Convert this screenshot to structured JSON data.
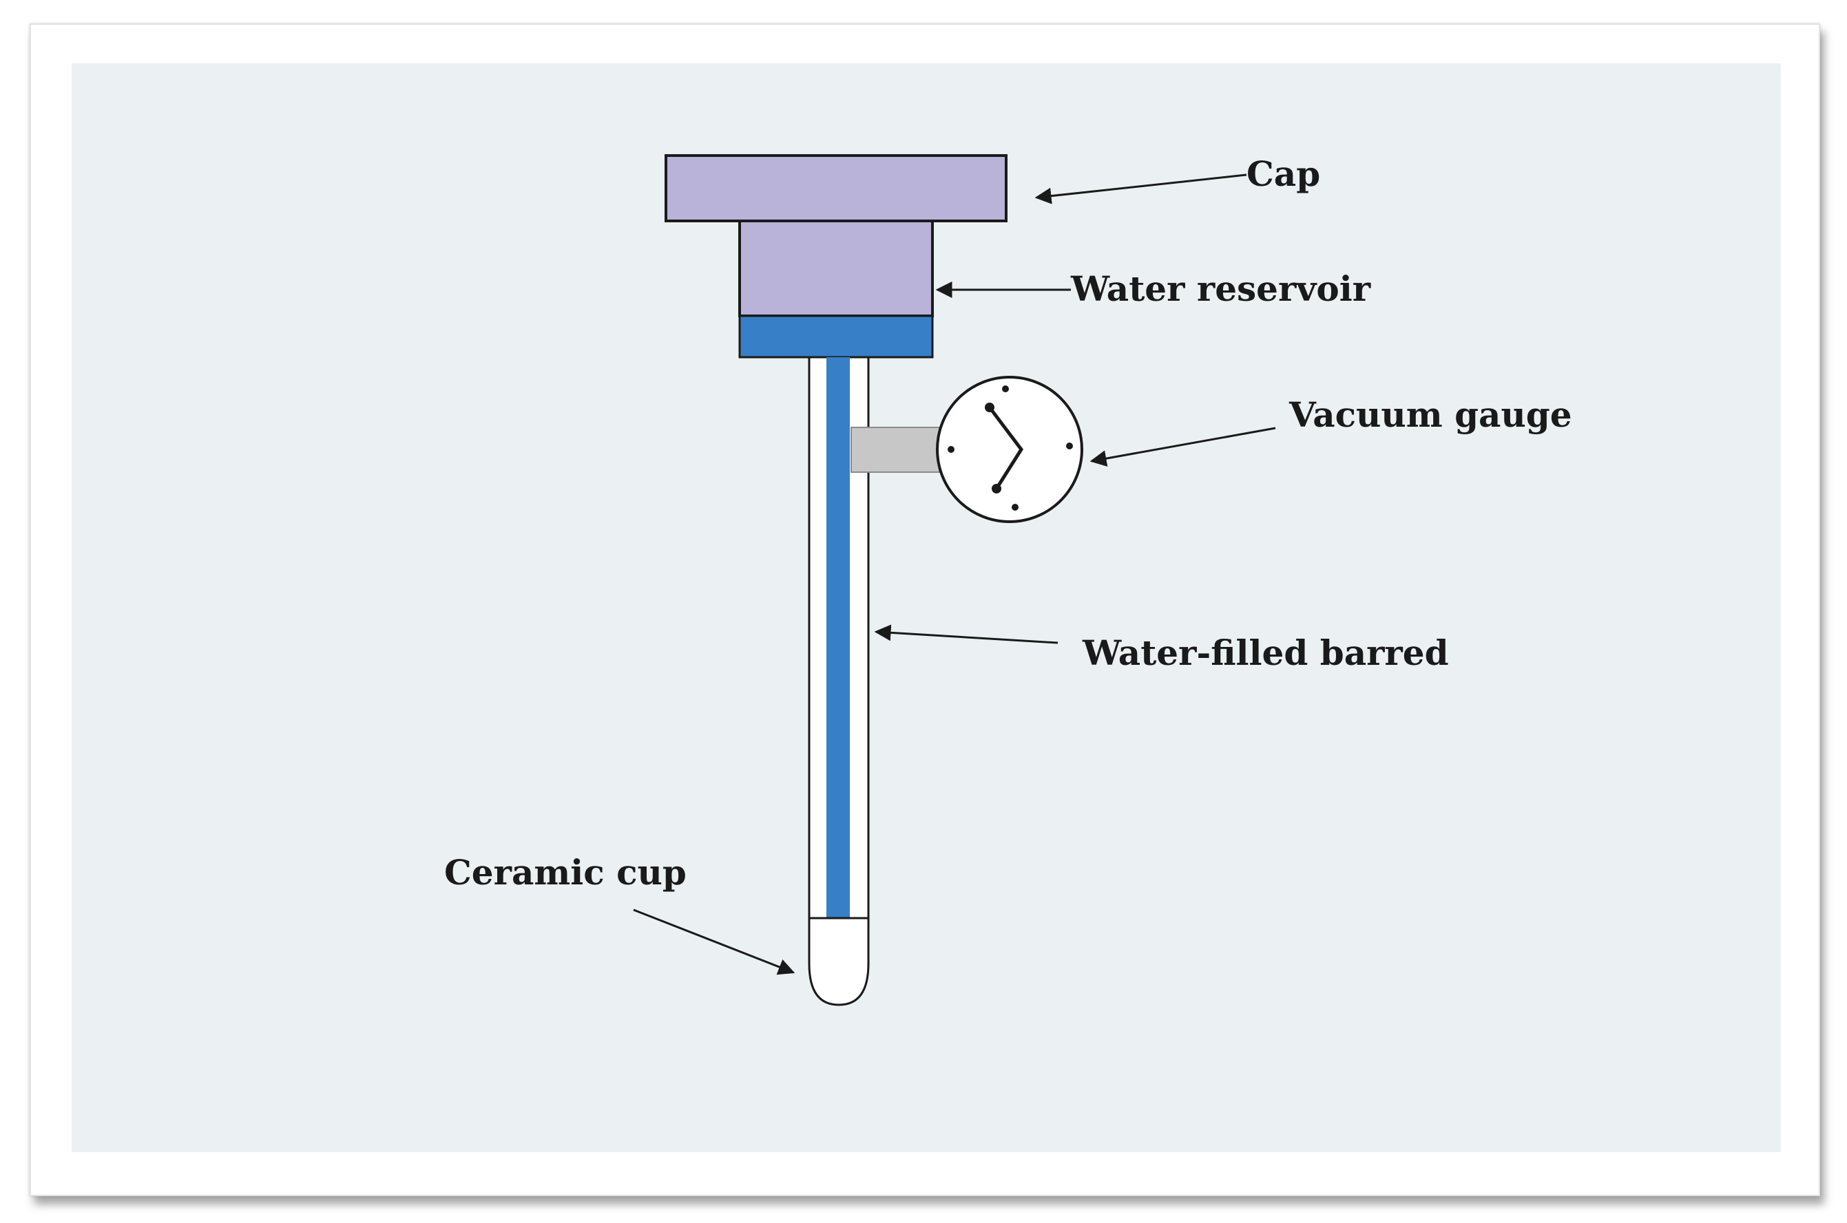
{
  "colors": {
    "cap_fill": "#b9b3da",
    "water_fill": "#377fc6",
    "gauge_stem_fill": "#c7c7c7",
    "panel_bg": "#ebf0f2",
    "stroke": "#1a1a1a"
  },
  "labels": {
    "cap": "Cap",
    "water_reservoir": "Water reservoir",
    "vacuum_gauge": "Vacuum gauge",
    "barrel": "Water-filled barred",
    "ceramic_cup": "Ceramic cup"
  },
  "icons": {
    "gauge": "clock-dial-icon"
  }
}
